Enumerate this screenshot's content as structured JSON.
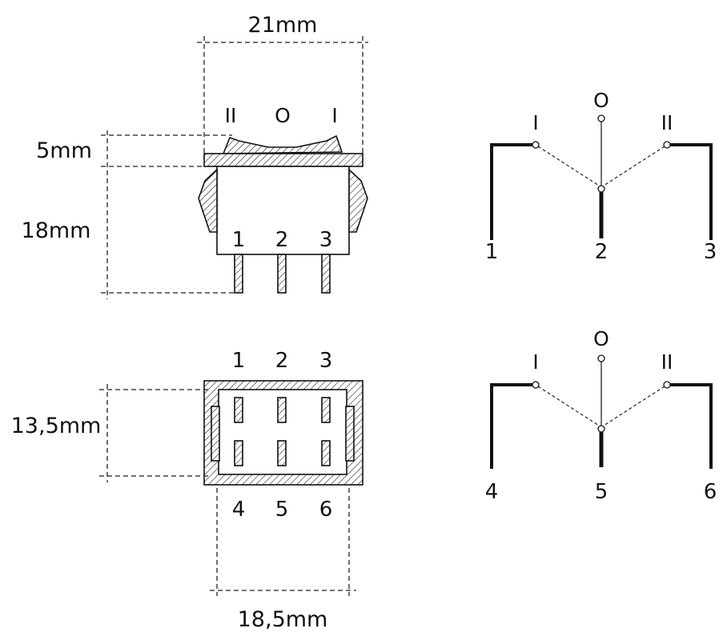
{
  "dimensions": {
    "width": "21mm",
    "actuator_height": "5mm",
    "body_height": "18mm",
    "depth": "13,5mm",
    "bottom_width": "18,5mm"
  },
  "side_view": {
    "positions": [
      "II",
      "O",
      "I"
    ],
    "pins": [
      "1",
      "2",
      "3"
    ]
  },
  "bottom_view": {
    "pins_top": [
      "1",
      "2",
      "3"
    ],
    "pins_bottom": [
      "4",
      "5",
      "6"
    ]
  },
  "schematics": [
    {
      "positions": {
        "left": "I",
        "center": "O",
        "right": "II"
      },
      "terminals": [
        "1",
        "2",
        "3"
      ]
    },
    {
      "positions": {
        "left": "I",
        "center": "O",
        "right": "II"
      },
      "terminals": [
        "4",
        "5",
        "6"
      ]
    }
  ]
}
